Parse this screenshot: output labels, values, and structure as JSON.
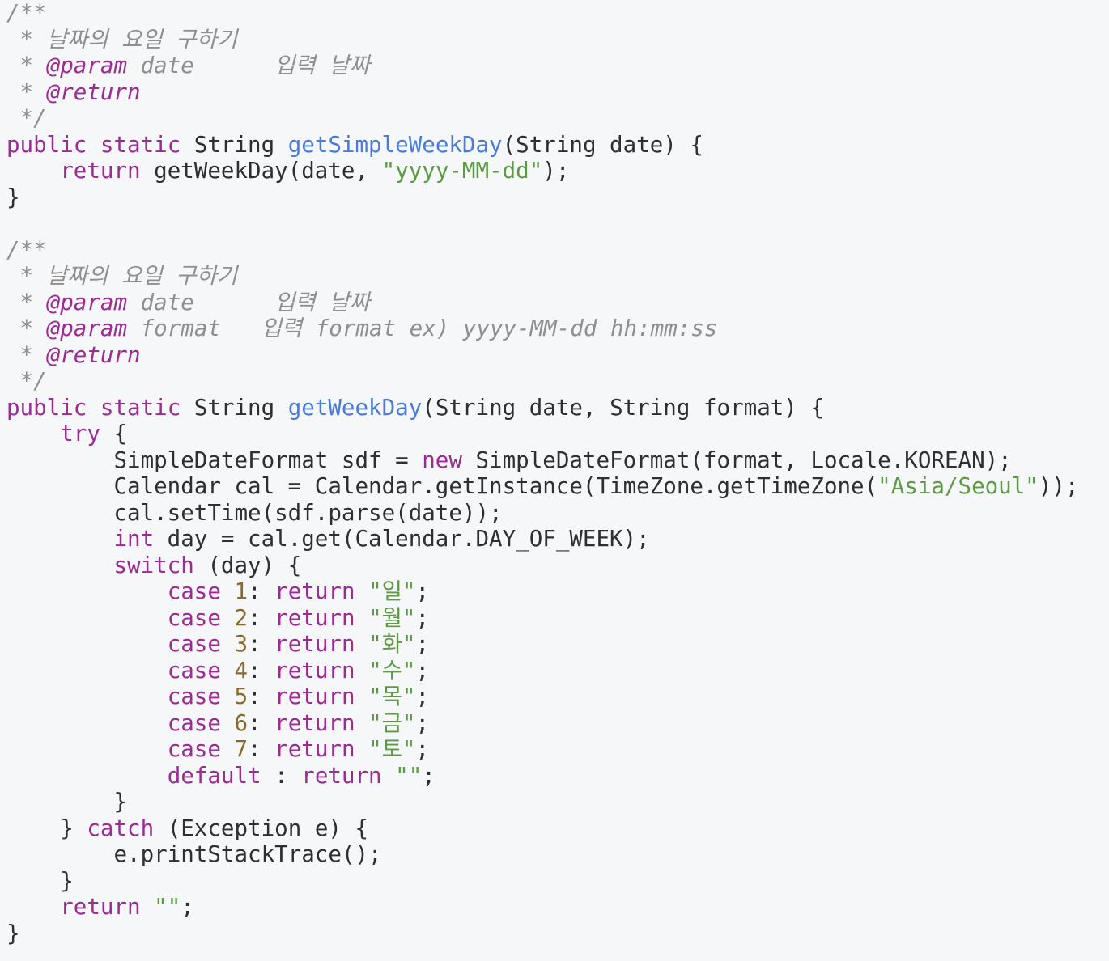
{
  "code": {
    "lines": [
      [
        {
          "t": "comment",
          "v": "/**"
        }
      ],
      [
        {
          "t": "comment",
          "v": " * 날짜의 요일 구하기"
        }
      ],
      [
        {
          "t": "comment",
          "v": " * "
        },
        {
          "t": "tag",
          "v": "@param"
        },
        {
          "t": "comment",
          "v": " date      입력 날짜"
        }
      ],
      [
        {
          "t": "comment",
          "v": " * "
        },
        {
          "t": "tag",
          "v": "@return"
        }
      ],
      [
        {
          "t": "comment",
          "v": " */"
        }
      ],
      [
        {
          "t": "kw",
          "v": "public"
        },
        {
          "t": "plain",
          "v": " "
        },
        {
          "t": "kw",
          "v": "static"
        },
        {
          "t": "plain",
          "v": " String "
        },
        {
          "t": "fn",
          "v": "getSimpleWeekDay"
        },
        {
          "t": "plain",
          "v": "(String date) {"
        }
      ],
      [
        {
          "t": "plain",
          "v": "    "
        },
        {
          "t": "kw",
          "v": "return"
        },
        {
          "t": "plain",
          "v": " getWeekDay(date, "
        },
        {
          "t": "str",
          "v": "\"yyyy-MM-dd\""
        },
        {
          "t": "plain",
          "v": ");"
        }
      ],
      [
        {
          "t": "plain",
          "v": "}"
        }
      ],
      [
        {
          "t": "plain",
          "v": ""
        }
      ],
      [
        {
          "t": "comment",
          "v": "/**"
        }
      ],
      [
        {
          "t": "comment",
          "v": " * 날짜의 요일 구하기"
        }
      ],
      [
        {
          "t": "comment",
          "v": " * "
        },
        {
          "t": "tag",
          "v": "@param"
        },
        {
          "t": "comment",
          "v": " date      입력 날짜"
        }
      ],
      [
        {
          "t": "comment",
          "v": " * "
        },
        {
          "t": "tag",
          "v": "@param"
        },
        {
          "t": "comment",
          "v": " format   입력 format ex) yyyy-MM-dd hh:mm:ss"
        }
      ],
      [
        {
          "t": "comment",
          "v": " * "
        },
        {
          "t": "tag",
          "v": "@return"
        }
      ],
      [
        {
          "t": "comment",
          "v": " */"
        }
      ],
      [
        {
          "t": "kw",
          "v": "public"
        },
        {
          "t": "plain",
          "v": " "
        },
        {
          "t": "kw",
          "v": "static"
        },
        {
          "t": "plain",
          "v": " String "
        },
        {
          "t": "fn",
          "v": "getWeekDay"
        },
        {
          "t": "plain",
          "v": "(String date, String format) {"
        }
      ],
      [
        {
          "t": "plain",
          "v": "    "
        },
        {
          "t": "kw",
          "v": "try"
        },
        {
          "t": "plain",
          "v": " {"
        }
      ],
      [
        {
          "t": "plain",
          "v": "        SimpleDateFormat sdf = "
        },
        {
          "t": "kw",
          "v": "new"
        },
        {
          "t": "plain",
          "v": " SimpleDateFormat(format, Locale.KOREAN);"
        }
      ],
      [
        {
          "t": "plain",
          "v": "        Calendar cal = Calendar.getInstance(TimeZone.getTimeZone("
        },
        {
          "t": "str",
          "v": "\"Asia/Seoul\""
        },
        {
          "t": "plain",
          "v": "));"
        }
      ],
      [
        {
          "t": "plain",
          "v": "        cal.setTime(sdf.parse(date));"
        }
      ],
      [
        {
          "t": "plain",
          "v": "        "
        },
        {
          "t": "kw",
          "v": "int"
        },
        {
          "t": "plain",
          "v": " day = cal.get(Calendar.DAY_OF_WEEK);"
        }
      ],
      [
        {
          "t": "plain",
          "v": "        "
        },
        {
          "t": "kw",
          "v": "switch"
        },
        {
          "t": "plain",
          "v": " (day) {"
        }
      ],
      [
        {
          "t": "plain",
          "v": "            "
        },
        {
          "t": "kw",
          "v": "case"
        },
        {
          "t": "plain",
          "v": " "
        },
        {
          "t": "num",
          "v": "1"
        },
        {
          "t": "plain",
          "v": ": "
        },
        {
          "t": "kw",
          "v": "return"
        },
        {
          "t": "plain",
          "v": " "
        },
        {
          "t": "str",
          "v": "\"일\""
        },
        {
          "t": "plain",
          "v": ";"
        }
      ],
      [
        {
          "t": "plain",
          "v": "            "
        },
        {
          "t": "kw",
          "v": "case"
        },
        {
          "t": "plain",
          "v": " "
        },
        {
          "t": "num",
          "v": "2"
        },
        {
          "t": "plain",
          "v": ": "
        },
        {
          "t": "kw",
          "v": "return"
        },
        {
          "t": "plain",
          "v": " "
        },
        {
          "t": "str",
          "v": "\"월\""
        },
        {
          "t": "plain",
          "v": ";"
        }
      ],
      [
        {
          "t": "plain",
          "v": "            "
        },
        {
          "t": "kw",
          "v": "case"
        },
        {
          "t": "plain",
          "v": " "
        },
        {
          "t": "num",
          "v": "3"
        },
        {
          "t": "plain",
          "v": ": "
        },
        {
          "t": "kw",
          "v": "return"
        },
        {
          "t": "plain",
          "v": " "
        },
        {
          "t": "str",
          "v": "\"화\""
        },
        {
          "t": "plain",
          "v": ";"
        }
      ],
      [
        {
          "t": "plain",
          "v": "            "
        },
        {
          "t": "kw",
          "v": "case"
        },
        {
          "t": "plain",
          "v": " "
        },
        {
          "t": "num",
          "v": "4"
        },
        {
          "t": "plain",
          "v": ": "
        },
        {
          "t": "kw",
          "v": "return"
        },
        {
          "t": "plain",
          "v": " "
        },
        {
          "t": "str",
          "v": "\"수\""
        },
        {
          "t": "plain",
          "v": ";"
        }
      ],
      [
        {
          "t": "plain",
          "v": "            "
        },
        {
          "t": "kw",
          "v": "case"
        },
        {
          "t": "plain",
          "v": " "
        },
        {
          "t": "num",
          "v": "5"
        },
        {
          "t": "plain",
          "v": ": "
        },
        {
          "t": "kw",
          "v": "return"
        },
        {
          "t": "plain",
          "v": " "
        },
        {
          "t": "str",
          "v": "\"목\""
        },
        {
          "t": "plain",
          "v": ";"
        }
      ],
      [
        {
          "t": "plain",
          "v": "            "
        },
        {
          "t": "kw",
          "v": "case"
        },
        {
          "t": "plain",
          "v": " "
        },
        {
          "t": "num",
          "v": "6"
        },
        {
          "t": "plain",
          "v": ": "
        },
        {
          "t": "kw",
          "v": "return"
        },
        {
          "t": "plain",
          "v": " "
        },
        {
          "t": "str",
          "v": "\"금\""
        },
        {
          "t": "plain",
          "v": ";"
        }
      ],
      [
        {
          "t": "plain",
          "v": "            "
        },
        {
          "t": "kw",
          "v": "case"
        },
        {
          "t": "plain",
          "v": " "
        },
        {
          "t": "num",
          "v": "7"
        },
        {
          "t": "plain",
          "v": ": "
        },
        {
          "t": "kw",
          "v": "return"
        },
        {
          "t": "plain",
          "v": " "
        },
        {
          "t": "str",
          "v": "\"토\""
        },
        {
          "t": "plain",
          "v": ";"
        }
      ],
      [
        {
          "t": "plain",
          "v": "            "
        },
        {
          "t": "kw",
          "v": "default"
        },
        {
          "t": "plain",
          "v": " : "
        },
        {
          "t": "kw",
          "v": "return"
        },
        {
          "t": "plain",
          "v": " "
        },
        {
          "t": "str",
          "v": "\"\""
        },
        {
          "t": "plain",
          "v": ";"
        }
      ],
      [
        {
          "t": "plain",
          "v": "        }"
        }
      ],
      [
        {
          "t": "plain",
          "v": "    } "
        },
        {
          "t": "kw",
          "v": "catch"
        },
        {
          "t": "plain",
          "v": " (Exception e) {"
        }
      ],
      [
        {
          "t": "plain",
          "v": "        e.printStackTrace();"
        }
      ],
      [
        {
          "t": "plain",
          "v": "    }"
        }
      ],
      [
        {
          "t": "plain",
          "v": "    "
        },
        {
          "t": "kw",
          "v": "return"
        },
        {
          "t": "plain",
          "v": " "
        },
        {
          "t": "str",
          "v": "\"\""
        },
        {
          "t": "plain",
          "v": ";"
        }
      ],
      [
        {
          "t": "plain",
          "v": "}"
        }
      ]
    ]
  },
  "colors": {
    "background": "#f6f7f9",
    "plain": "#2f2f2f",
    "comment": "#8f8f8f",
    "keyword": "#9c2b94",
    "function": "#4a7bd8",
    "string": "#5e9a45",
    "number": "#8a6a2a"
  }
}
